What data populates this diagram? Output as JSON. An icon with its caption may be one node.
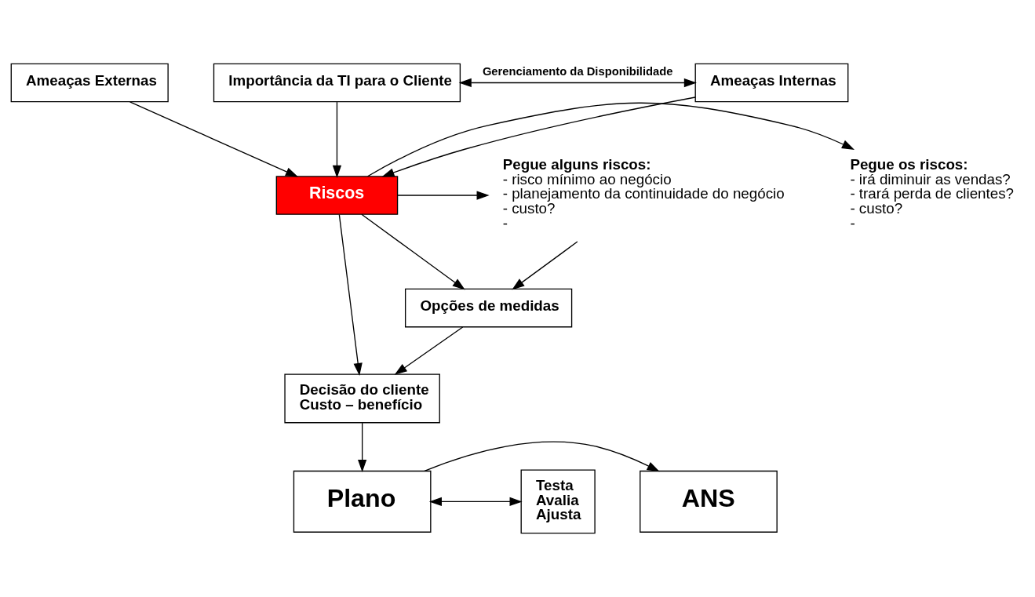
{
  "diagram": {
    "nodes": [
      {
        "text": [
          "Ameaças Externas"
        ]
      },
      {
        "text": [
          "Importância da TI para o Cliente"
        ]
      },
      {
        "text": [
          "Ameaças Internas"
        ]
      },
      {
        "text": [
          "Riscos"
        ]
      },
      {
        "text": [
          "Pegue os riscos:",
          "- irá diminuir as vendas?",
          "- trará perda de clientes?",
          "- custo?",
          "-"
        ]
      },
      {
        "text": [
          "Pegue alguns riscos:",
          "- risco mínimo ao negócio",
          "- planejamento da continuidade do negócio",
          "- custo?",
          "-"
        ]
      },
      {
        "text": [
          "Opções de medidas"
        ]
      },
      {
        "text": [
          "Decisão do cliente",
          "Custo – benefício"
        ]
      },
      {
        "text": [
          "Testa",
          "Avalia",
          "Ajusta"
        ]
      },
      {
        "text": [
          "Plano"
        ]
      },
      {
        "text": [
          "ANS"
        ]
      }
    ],
    "edges": [
      {
        "from": 1,
        "to": 2,
        "arrow": "both",
        "label": "Gerenciamento da Disponibilidade"
      },
      {
        "from": 0,
        "to": 3,
        "arrow": "to"
      },
      {
        "from": 1,
        "to": 3,
        "arrow": "to"
      },
      {
        "from": 2,
        "to": 3,
        "arrow": "to"
      },
      {
        "from": 3,
        "to": 4,
        "arrow": "to"
      },
      {
        "from": 3,
        "to": 5,
        "arrow": "to"
      },
      {
        "from": 3,
        "to": 6,
        "arrow": "to"
      },
      {
        "from": 5,
        "to": 6,
        "arrow": "to"
      },
      {
        "from": 3,
        "to": 7,
        "arrow": "to"
      },
      {
        "from": 6,
        "to": 7,
        "arrow": "to"
      },
      {
        "from": 7,
        "to": 9,
        "arrow": "to"
      },
      {
        "from": 9,
        "to": 8,
        "arrow": "both"
      },
      {
        "from": 9,
        "to": 10,
        "arrow": "to"
      }
    ]
  }
}
